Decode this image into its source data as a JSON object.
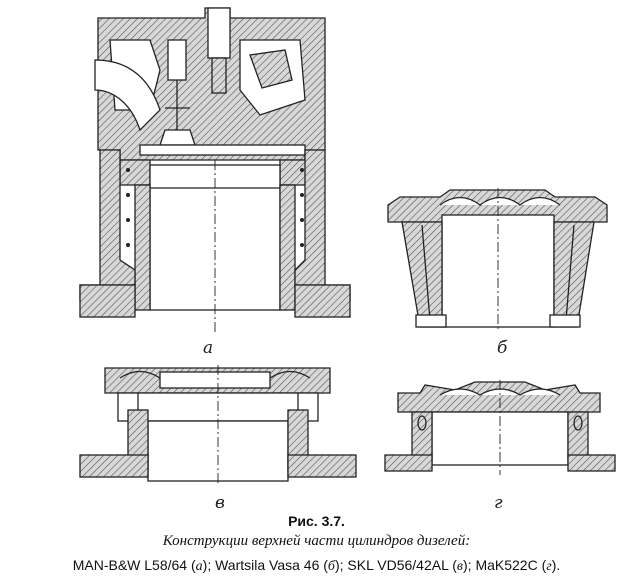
{
  "figure": {
    "number": "Рис. 3.7.",
    "title": "Конструкции верхней части цилиндров дизелей:",
    "models": [
      {
        "name": "MAN-B&W L58/64",
        "letter": "а",
        "sep": "; "
      },
      {
        "name": "Wartsila Vasa 46",
        "letter": "б",
        "sep": "; "
      },
      {
        "name": "SKL VD56/42AL",
        "letter": "в",
        "sep": "; "
      },
      {
        "name": "MaK522C",
        "letter": "г",
        "sep": "."
      }
    ]
  },
  "panels": {
    "a": {
      "label": "а"
    },
    "b": {
      "label": "б"
    },
    "c": {
      "label": "в"
    },
    "d": {
      "label": "г"
    }
  }
}
